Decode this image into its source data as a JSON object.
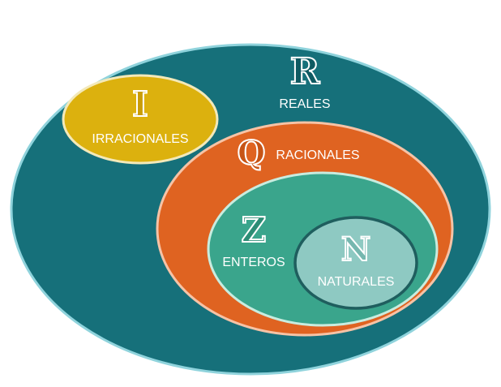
{
  "sets": {
    "reales": {
      "symbol": "R",
      "label": "REALES"
    },
    "irracionales": {
      "symbol": "I",
      "label": "IRRACIONALES"
    },
    "racionales": {
      "symbol": "Q",
      "label": "RACIONALES"
    },
    "enteros": {
      "symbol": "Z",
      "label": "ENTEROS"
    },
    "naturales": {
      "symbol": "N",
      "label": "NATURALES"
    }
  },
  "colors": {
    "reales_fill": "#16707a",
    "reales_stroke": "#8fd3dc",
    "irracionales_fill": "#dcb10e",
    "irracionales_stroke": "#f3e9b9",
    "racionales_fill": "#df6321",
    "racionales_stroke": "#f6c3a6",
    "enteros_fill": "#3aa58c",
    "enteros_stroke": "#c8ecdf",
    "naturales_fill": "#8ec9c2",
    "naturales_stroke": "#1f5e5e",
    "label_text": "#ffffff",
    "symbol_outline": "#ffffff"
  }
}
